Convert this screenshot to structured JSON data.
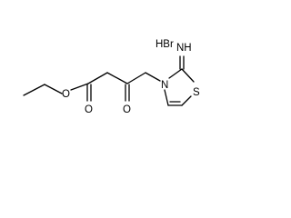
{
  "structure": {
    "salt": "HBr",
    "atoms": {
      "ester_oxygen": "O",
      "carbonyl_oxygen_ester": "O",
      "carbonyl_oxygen_ketone": "O",
      "ring_nitrogen": "N",
      "imine": "NH",
      "ring_sulfur": "S"
    }
  }
}
